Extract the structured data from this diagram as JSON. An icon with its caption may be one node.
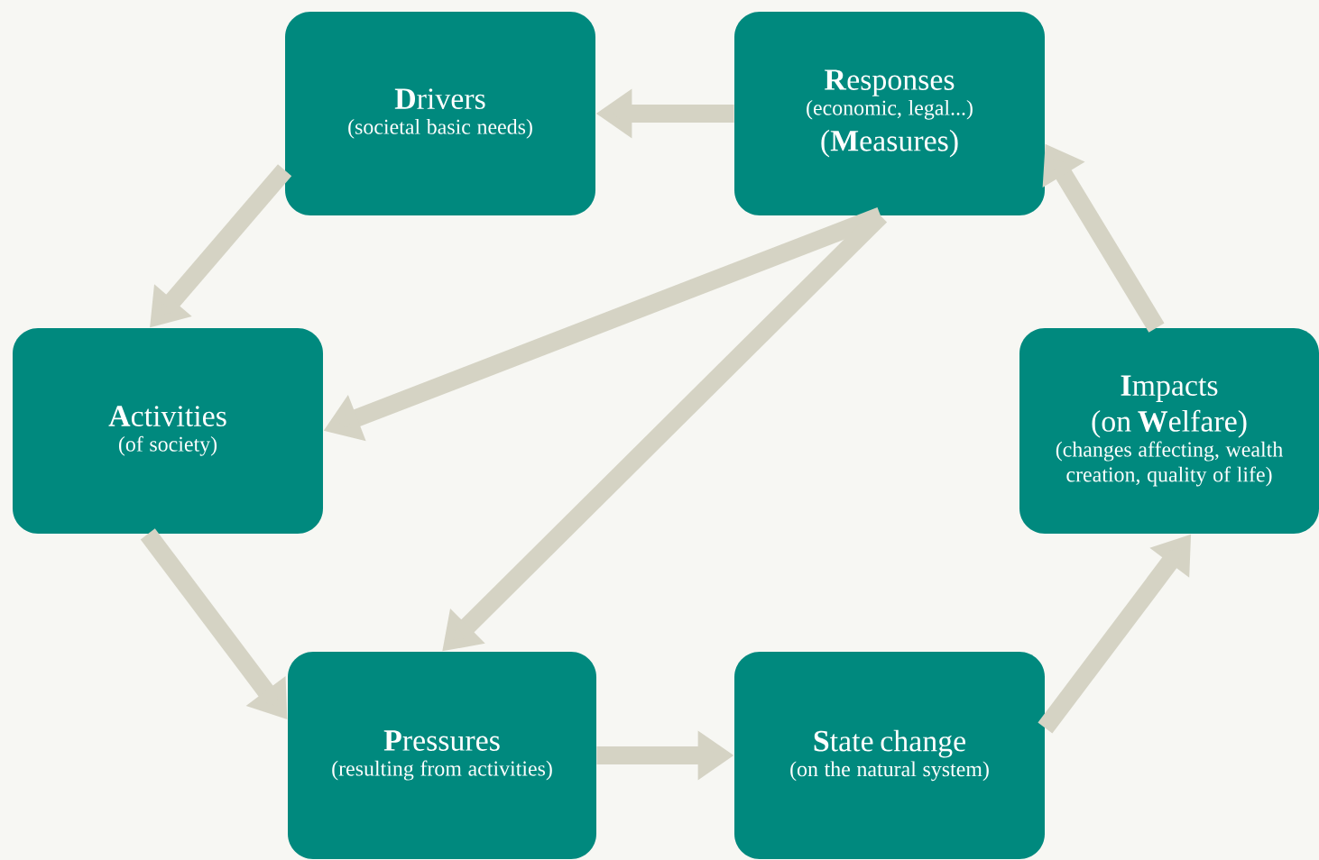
{
  "diagram": {
    "nodes": [
      {
        "text": [
          "**D**rivers",
          "(societal basic needs)"
        ]
      },
      {
        "text": [
          "**R**esponses",
          "(economic, legal...)",
          "(**M**easures)"
        ]
      },
      {
        "text": [
          "**A**ctivities",
          "(of society)"
        ]
      },
      {
        "text": [
          "**I**mpacts",
          "(on **W**elfare)",
          "(changes affecting, wealth creation, quality of life)"
        ]
      },
      {
        "text": [
          "**P**ressures",
          "(resulting from activities)"
        ]
      },
      {
        "text": [
          "**S**tate change",
          "(on the natural system)"
        ]
      }
    ],
    "edges": [
      {
        "from": 1,
        "to": 0,
        "arrow": "to"
      },
      {
        "from": 0,
        "to": 2,
        "arrow": "to"
      },
      {
        "from": 1,
        "to": 2,
        "arrow": "to"
      },
      {
        "from": 1,
        "to": 4,
        "arrow": "to"
      },
      {
        "from": 2,
        "to": 4,
        "arrow": "to"
      },
      {
        "from": 4,
        "to": 5,
        "arrow": "to"
      },
      {
        "from": 5,
        "to": 3,
        "arrow": "to"
      },
      {
        "from": 3,
        "to": 1,
        "arrow": "to"
      }
    ]
  }
}
